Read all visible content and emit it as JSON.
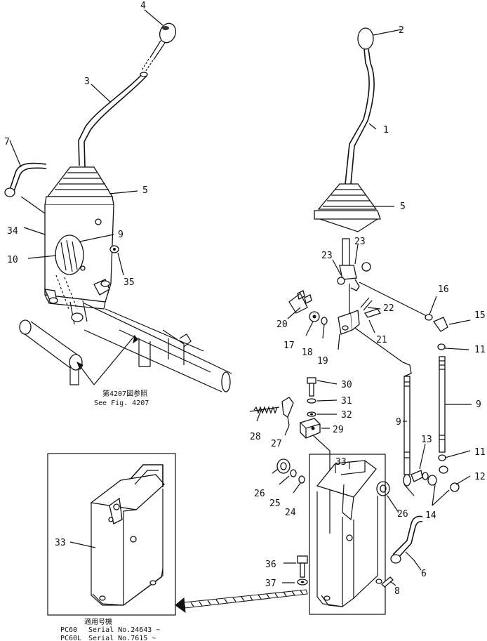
{
  "callouts": {
    "c1": "1",
    "c2": "2",
    "c3": "3",
    "c4": "4",
    "c5a": "5",
    "c5b": "5",
    "c6": "6",
    "c7": "7",
    "c8": "8",
    "c9a": "9",
    "c9b": "9",
    "c9c": "9",
    "c10": "10",
    "c11a": "11",
    "c11b": "11",
    "c12": "12",
    "c13": "13",
    "c14": "14",
    "c15": "15",
    "c16": "16",
    "c17": "17",
    "c18": "18",
    "c19": "19",
    "c20": "20",
    "c21": "21",
    "c22": "22",
    "c23a": "23",
    "c23b": "23",
    "c24": "24",
    "c25": "25",
    "c26a": "26",
    "c26b": "26",
    "c27": "27",
    "c28": "28",
    "c29": "29",
    "c30": "30",
    "c31": "31",
    "c32": "32",
    "c33a": "33",
    "c33b": "33",
    "c34": "34",
    "c35": "35",
    "c36": "36",
    "c37": "37"
  },
  "see_ref": {
    "jp": "第4207図参照",
    "en": "See Fig. 4207"
  },
  "applicability": {
    "heading": "適用号機",
    "rows": [
      {
        "model": "PC60",
        "serial": "Serial No.24643 ~"
      },
      {
        "model": "PC60L",
        "serial": "Serial No.7615 ~"
      }
    ]
  }
}
